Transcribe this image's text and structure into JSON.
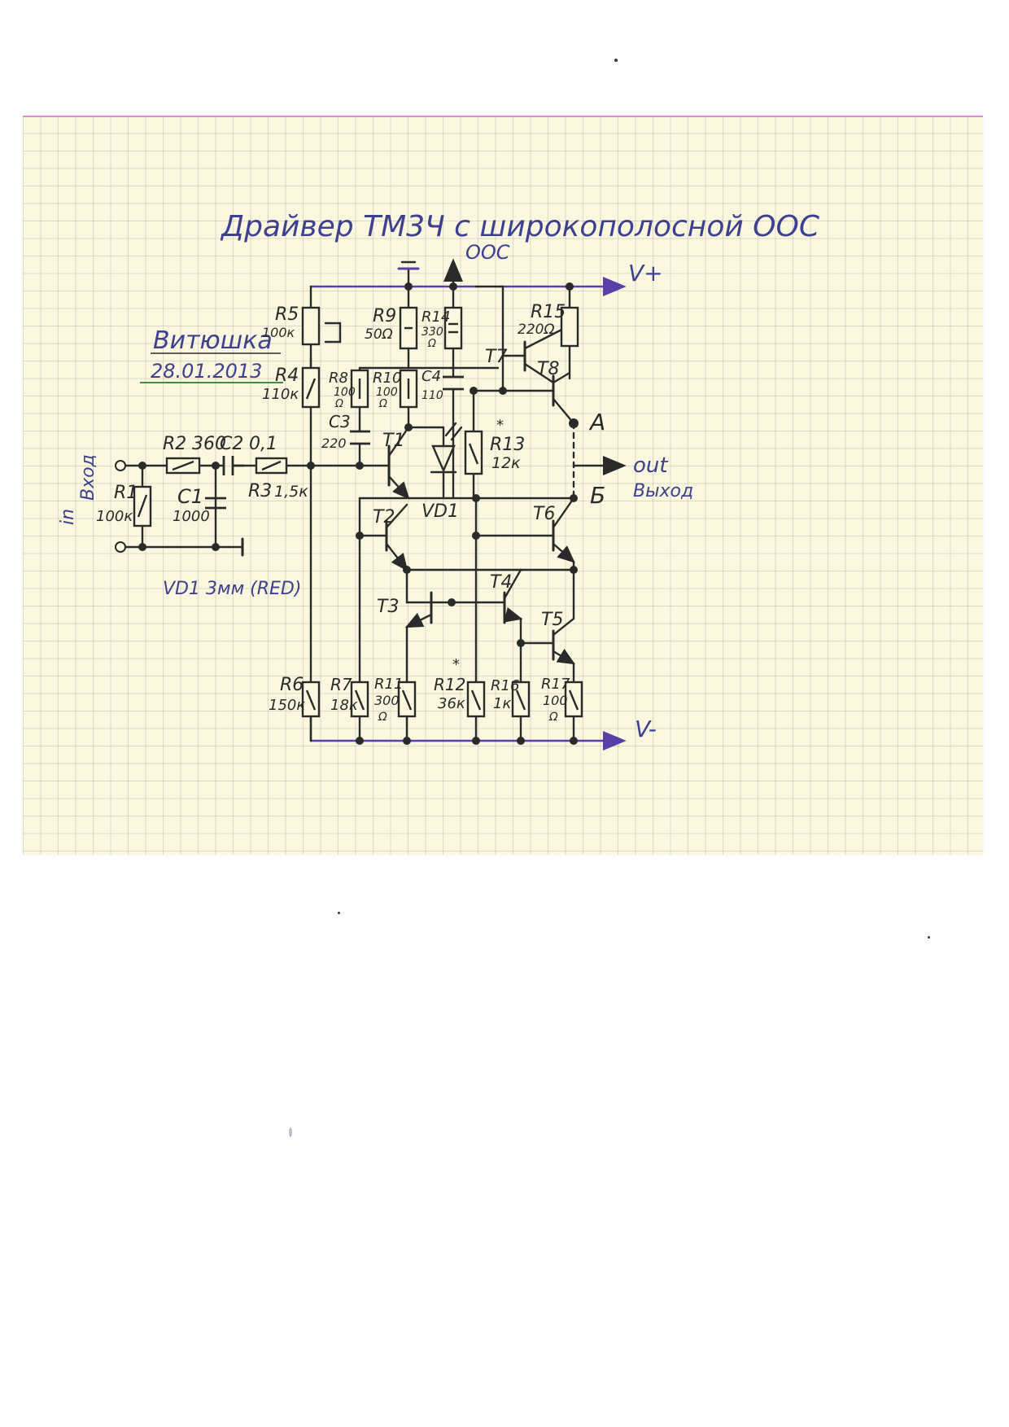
{
  "title": "Драйвер ТМ3Ч с широкополосной ООС",
  "feedback_label": "ООС",
  "author": "Витюшка",
  "date": "28.01.2013",
  "rails": {
    "positive": "V+",
    "negative": "V-"
  },
  "input_labels": {
    "english": "in",
    "russian": "Вход"
  },
  "output_labels": {
    "english": "out",
    "russian": "Выход"
  },
  "nodes": {
    "a": "А",
    "b": "Б"
  },
  "led_note": "VD1 3мм (RED)",
  "components": {
    "R1": {
      "name": "R1",
      "value": "100к"
    },
    "R2": {
      "name": "R2",
      "value": "360"
    },
    "R3": {
      "name": "R3",
      "value": "1,5к"
    },
    "R4": {
      "name": "R4",
      "value": "110к"
    },
    "R5": {
      "name": "R5",
      "value": "100к"
    },
    "R6": {
      "name": "R6",
      "value": "150к"
    },
    "R7": {
      "name": "R7",
      "value": "18к"
    },
    "R8": {
      "name": "R8",
      "value": "100",
      "unit": "Ω"
    },
    "R9": {
      "name": "R9",
      "value": "50Ω"
    },
    "R10": {
      "name": "R10",
      "value": "100",
      "unit": "Ω"
    },
    "R11": {
      "name": "R11",
      "value": "300",
      "unit": "Ω"
    },
    "R12": {
      "name": "R12",
      "value": "36к",
      "marker": "*"
    },
    "R13": {
      "name": "R13",
      "value": "12к",
      "marker": "*"
    },
    "R14": {
      "name": "R14",
      "value": "330",
      "unit": "Ω"
    },
    "R15": {
      "name": "R15",
      "value": "220Ω"
    },
    "R16": {
      "name": "R16",
      "value": "1к"
    },
    "R17": {
      "name": "R17",
      "value": "100",
      "unit": "Ω"
    },
    "C1": {
      "name": "C1",
      "value": "1000"
    },
    "C2": {
      "name": "C2",
      "value": "0,1"
    },
    "C3": {
      "name": "C3",
      "value": "220"
    },
    "C4": {
      "name": "C4",
      "value": "110"
    },
    "VD1": {
      "name": "VD1"
    },
    "T1": {
      "name": "T1"
    },
    "T2": {
      "name": "T2"
    },
    "T3": {
      "name": "T3"
    },
    "T4": {
      "name": "T4"
    },
    "T5": {
      "name": "T5"
    },
    "T6": {
      "name": "T6"
    },
    "T7": {
      "name": "T7"
    },
    "T8": {
      "name": "T8"
    }
  },
  "colors": {
    "paper": "#fbf8df",
    "grid": "#a8a89a",
    "ink": "#2a2a2a",
    "rail": "#5b3fa8",
    "ink_blue": "#3d3f8f",
    "underline_green": "#3f8f3f"
  }
}
